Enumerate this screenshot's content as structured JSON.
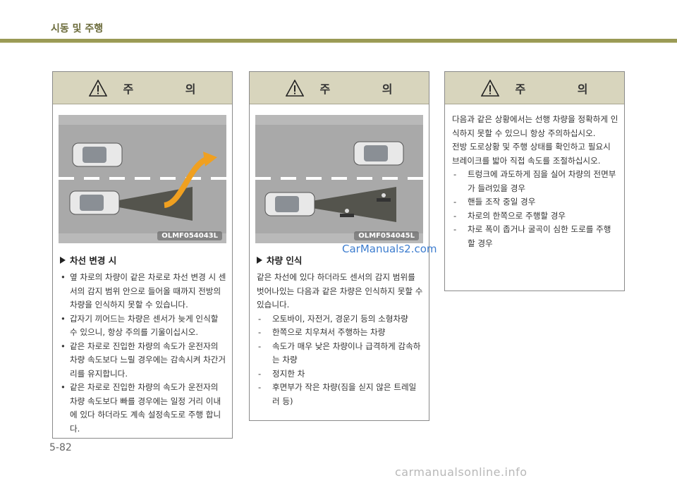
{
  "header": {
    "title": "시동 및 주행"
  },
  "caution_label": "주 의",
  "panels": [
    {
      "image_code": "OLMF054043L",
      "section_title": "차선 변경 시",
      "bullets": [
        "옆 차로의 차량이 같은 차로로 차선 변경 시 센서의 감지 범위 안으로 들어올 때까지 전방의 차량을 인식하지 못할 수 있습니다.",
        "갑자기 끼어드는 차량은 센서가 늦게 인식할 수 있으니, 항상 주의를 기울이십시오.",
        "같은 차로로 진입한 차량의 속도가 운전자의 차량 속도보다 느릴 경우에는 감속시켜 차간거리를 유지합니다.",
        "같은 차로로 진입한 차량의 속도가 운전자의 차량 속도보다 빠를 경우에는 일정 거리 이내에 있다 하더라도 계속 설정속도로 주행 합니다."
      ]
    },
    {
      "image_code": "OLMF054045L",
      "section_title": "차량 인식",
      "intro": "같은 차선에 있다 하더라도 센서의 감지 범위를 벗어나있는 다음과 같은 차량은 인식하지 못할 수 있습니다.",
      "dashes": [
        "오토바이, 자전거, 경운기 등의 소형차량",
        "한쪽으로 치우쳐서 주행하는 차량",
        "속도가 매우 낮은 차량이나 급격하게 감속하는 차량",
        "정지한 차",
        "후면부가 작은 차량(짐을 싣지 않은 트레일러 등)"
      ]
    },
    {
      "intro1": "다음과 같은 상황에서는 선행 차량을 정확하게 인식하지 못할 수 있으니 항상 주의하십시오.",
      "intro2": "전방 도로상황 및 주행 상태를 확인하고 필요시 브레이크를 밟아 직접 속도를 조절하십시오.",
      "dashes": [
        "트렁크에 과도하게 짐을 실어 차량의 전면부가 들려있을 경우",
        "핸들 조작 중일 경우",
        "차로의 한쪽으로 주행할 경우",
        "차로 폭이 좁거나 굴곡이 심한 도로를 주행할 경우"
      ]
    }
  ],
  "page_number": "5-82",
  "watermarks": {
    "site": "CarManuals2.com",
    "bottom": "carmanualsonline.info"
  },
  "colors": {
    "header_bar": "#9a9a55",
    "caution_head": "#d8d5bd",
    "arrow": "#f0a020"
  }
}
